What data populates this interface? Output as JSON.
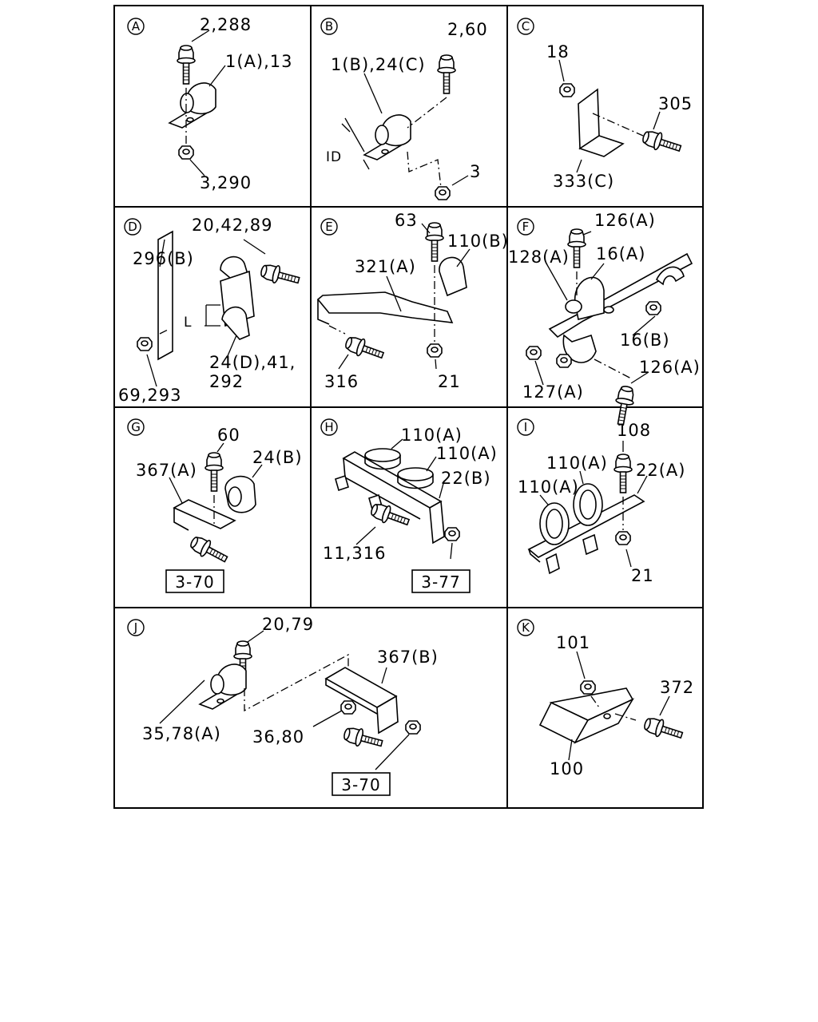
{
  "panels": [
    {
      "letter": "A",
      "labels": [
        "2,288",
        "1(A),13",
        "3,290"
      ]
    },
    {
      "letter": "B",
      "labels": [
        "2,60",
        "1(B),24(C)",
        "ID",
        "3"
      ]
    },
    {
      "letter": "C",
      "labels": [
        "18",
        "305",
        "333(C)"
      ]
    },
    {
      "letter": "D",
      "labels": [
        "20,42,89",
        "296(B)",
        "L",
        "24(D),41,",
        "292",
        "69,293"
      ]
    },
    {
      "letter": "E",
      "labels": [
        "63",
        "110(B)",
        "321(A)",
        "316",
        "21"
      ]
    },
    {
      "letter": "F",
      "labels": [
        "126(A)",
        "128(A)",
        "16(A)",
        "16(B)",
        "126(A)",
        "127(A)"
      ]
    },
    {
      "letter": "G",
      "labels": [
        "60",
        "367(A)",
        "24(B)"
      ],
      "ref": "3-70"
    },
    {
      "letter": "H",
      "labels": [
        "110(A)",
        "110(A)",
        "22(B)",
        "11,316"
      ],
      "ref": "3-77"
    },
    {
      "letter": "I",
      "labels": [
        "108",
        "110(A)",
        "22(A)",
        "110(A)",
        "21"
      ]
    },
    {
      "letter": "J",
      "labels": [
        "20,79",
        "367(B)",
        "35,78(A)",
        "36,80"
      ],
      "ref": "3-70"
    },
    {
      "letter": "K",
      "labels": [
        "101",
        "372",
        "100"
      ]
    }
  ]
}
